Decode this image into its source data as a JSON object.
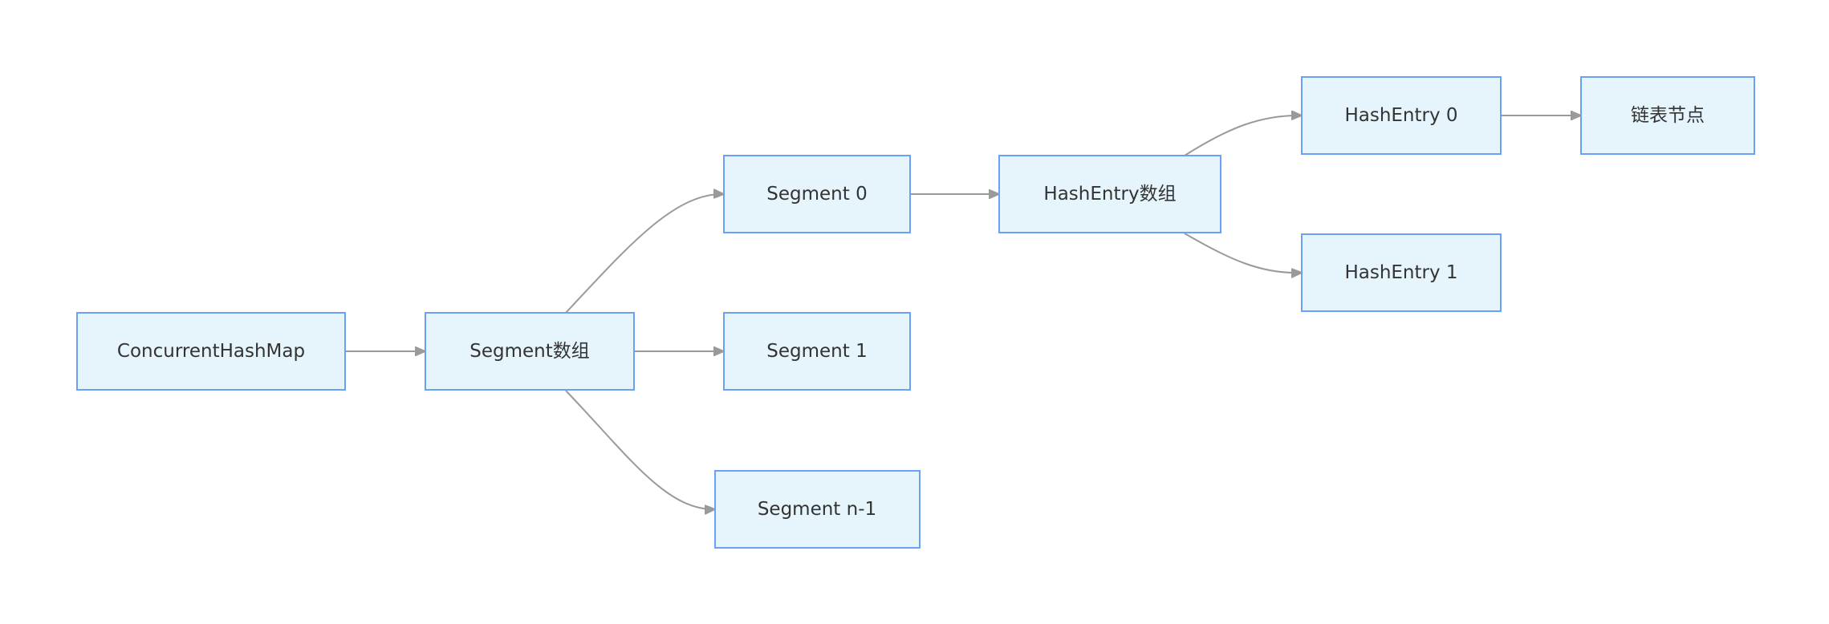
{
  "diagram": {
    "nodes": [
      {
        "id": "chm",
        "label": "ConcurrentHashMap"
      },
      {
        "id": "segarr",
        "label": "Segment数组"
      },
      {
        "id": "seg0",
        "label": "Segment 0"
      },
      {
        "id": "seg1",
        "label": "Segment 1"
      },
      {
        "id": "segn",
        "label": "Segment n-1"
      },
      {
        "id": "hearr",
        "label": "HashEntry数组"
      },
      {
        "id": "he0",
        "label": "HashEntry 0"
      },
      {
        "id": "he1",
        "label": "HashEntry 1"
      },
      {
        "id": "chain",
        "label": "链表节点"
      }
    ],
    "edges": [
      {
        "from": "chm",
        "to": "segarr"
      },
      {
        "from": "segarr",
        "to": "seg0"
      },
      {
        "from": "segarr",
        "to": "seg1"
      },
      {
        "from": "segarr",
        "to": "segn"
      },
      {
        "from": "seg0",
        "to": "hearr"
      },
      {
        "from": "hearr",
        "to": "he0"
      },
      {
        "from": "hearr",
        "to": "he1"
      },
      {
        "from": "he0",
        "to": "chain"
      }
    ],
    "colors": {
      "node_fill": "#e6f5fc",
      "node_border": "#6aa0f5",
      "edge": "#9a9a9a",
      "text": "#333333"
    }
  }
}
